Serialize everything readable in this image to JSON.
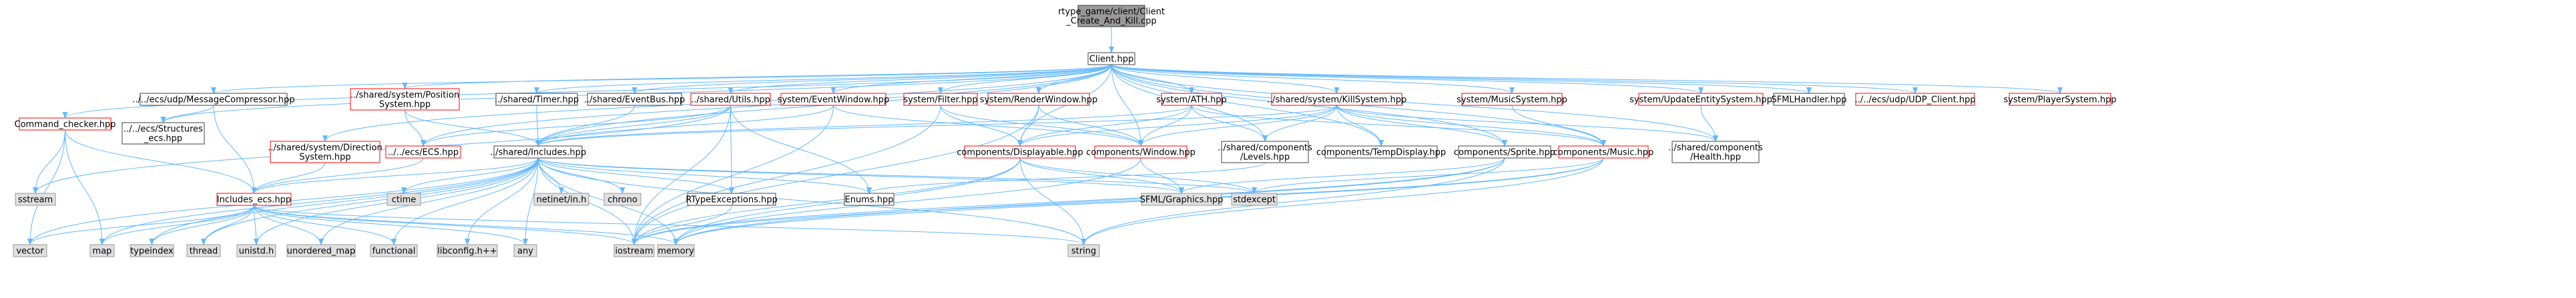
{
  "colors": {
    "edge": "#63b8ff",
    "node_border_plain": "#404040",
    "node_border_red": "#ff0000",
    "node_fill": "#ffffff",
    "node_fill_root": "#999999",
    "node_fill_external": "#e0e0e0",
    "node_border_external": "#999999"
  },
  "nodes": {
    "root": {
      "lines": [
        "rtype_game/client/Client",
        "_Create_And_Kill.cpp"
      ],
      "style": "root"
    },
    "client": {
      "lines": [
        "Client.hpp"
      ],
      "style": "plain"
    },
    "cmd": {
      "lines": [
        "Command_checker.hpp"
      ],
      "style": "red"
    },
    "ecs_struct": {
      "lines": [
        "../../ecs/Structures",
        "_ecs.hpp"
      ],
      "style": "plain"
    },
    "msgcomp": {
      "lines": [
        "../../ecs/udp/MessageCompressor.hpp"
      ],
      "style": "plain"
    },
    "pos": {
      "lines": [
        "../shared/system/Position",
        "System.hpp"
      ],
      "style": "red"
    },
    "dir": {
      "lines": [
        "../shared/system/Direction",
        "System.hpp"
      ],
      "style": "red"
    },
    "timer": {
      "lines": [
        "../shared/Timer.hpp"
      ],
      "style": "plain"
    },
    "evbus": {
      "lines": [
        "../shared/EventBus.hpp"
      ],
      "style": "plain"
    },
    "utils": {
      "lines": [
        "../shared/Utils.hpp"
      ],
      "style": "red"
    },
    "ecs": {
      "lines": [
        "../../ecs/ECS.hpp"
      ],
      "style": "red"
    },
    "includes": {
      "lines": [
        "../shared/Includes.hpp"
      ],
      "style": "plain"
    },
    "evwin": {
      "lines": [
        "system/EventWindow.hpp"
      ],
      "style": "red"
    },
    "filter": {
      "lines": [
        "system/Filter.hpp"
      ],
      "style": "red"
    },
    "renderwin": {
      "lines": [
        "system/RenderWindow.hpp"
      ],
      "style": "red"
    },
    "ath": {
      "lines": [
        "system/ATH.hpp"
      ],
      "style": "red"
    },
    "kill": {
      "lines": [
        "../shared/system/KillSystem.hpp"
      ],
      "style": "red"
    },
    "musicsys": {
      "lines": [
        "system/MusicSystem.hpp"
      ],
      "style": "red"
    },
    "updent": {
      "lines": [
        "system/UpdateEntitySystem.hpp"
      ],
      "style": "red"
    },
    "sfmlh": {
      "lines": [
        "SFMLHandler.hpp"
      ],
      "style": "plain"
    },
    "udp": {
      "lines": [
        "../../ecs/udp/UDP_Client.hpp"
      ],
      "style": "red"
    },
    "player": {
      "lines": [
        "system/PlayerSystem.hpp"
      ],
      "style": "red"
    },
    "disp": {
      "lines": [
        "components/Displayable.hpp"
      ],
      "style": "red"
    },
    "window": {
      "lines": [
        "components/Window.hpp"
      ],
      "style": "red"
    },
    "levels": {
      "lines": [
        "../shared/components",
        "/Levels.hpp"
      ],
      "style": "plain"
    },
    "tempd": {
      "lines": [
        "components/TempDisplay.hpp"
      ],
      "style": "plain"
    },
    "sprite": {
      "lines": [
        "components/Sprite.hpp"
      ],
      "style": "plain"
    },
    "music": {
      "lines": [
        "components/Music.hpp"
      ],
      "style": "red"
    },
    "health": {
      "lines": [
        "../shared/components",
        "/Health.hpp"
      ],
      "style": "plain"
    },
    "inc_ecs": {
      "lines": [
        "Includes_ecs.hpp"
      ],
      "style": "red"
    },
    "sstream": {
      "lines": [
        "sstream"
      ],
      "style": "external"
    },
    "ctime": {
      "lines": [
        "ctime"
      ],
      "style": "external"
    },
    "netinet": {
      "lines": [
        "netinet/in.h"
      ],
      "style": "external"
    },
    "chrono": {
      "lines": [
        "chrono"
      ],
      "style": "external"
    },
    "rtypeexc": {
      "lines": [
        "RTypeExceptions.hpp"
      ],
      "style": "plain"
    },
    "enums": {
      "lines": [
        "Enums.hpp"
      ],
      "style": "plain"
    },
    "sfmlgfx": {
      "lines": [
        "SFML/Graphics.hpp"
      ],
      "style": "external"
    },
    "stdexcept": {
      "lines": [
        "stdexcept"
      ],
      "style": "external"
    },
    "vector": {
      "lines": [
        "vector"
      ],
      "style": "external"
    },
    "map": {
      "lines": [
        "map"
      ],
      "style": "external"
    },
    "typeindex": {
      "lines": [
        "typeindex"
      ],
      "style": "external"
    },
    "thread": {
      "lines": [
        "thread"
      ],
      "style": "external"
    },
    "unistd": {
      "lines": [
        "unistd.h"
      ],
      "style": "external"
    },
    "umap": {
      "lines": [
        "unordered_map"
      ],
      "style": "external"
    },
    "functional": {
      "lines": [
        "functional"
      ],
      "style": "external"
    },
    "libconfig": {
      "lines": [
        "libconfig.h++"
      ],
      "style": "external"
    },
    "any": {
      "lines": [
        "any"
      ],
      "style": "external"
    },
    "iostream": {
      "lines": [
        "iostream"
      ],
      "style": "external"
    },
    "memory": {
      "lines": [
        "memory"
      ],
      "style": "external"
    },
    "string": {
      "lines": [
        "string"
      ],
      "style": "external"
    }
  },
  "edges": [
    [
      "root",
      "client"
    ],
    [
      "client",
      "cmd"
    ],
    [
      "client",
      "ecs_struct"
    ],
    [
      "client",
      "msgcomp"
    ],
    [
      "client",
      "pos"
    ],
    [
      "client",
      "dir"
    ],
    [
      "client",
      "timer"
    ],
    [
      "client",
      "evbus"
    ],
    [
      "client",
      "utils"
    ],
    [
      "client",
      "ecs"
    ],
    [
      "client",
      "includes"
    ],
    [
      "client",
      "evwin"
    ],
    [
      "client",
      "filter"
    ],
    [
      "client",
      "renderwin"
    ],
    [
      "client",
      "ath"
    ],
    [
      "client",
      "kill"
    ],
    [
      "client",
      "musicsys"
    ],
    [
      "client",
      "updent"
    ],
    [
      "client",
      "sfmlh"
    ],
    [
      "client",
      "udp"
    ],
    [
      "client",
      "player"
    ],
    [
      "client",
      "disp"
    ],
    [
      "client",
      "window"
    ],
    [
      "client",
      "levels"
    ],
    [
      "client",
      "tempd"
    ],
    [
      "client",
      "sprite"
    ],
    [
      "client",
      "music"
    ],
    [
      "client",
      "health"
    ],
    [
      "cmd",
      "inc_ecs"
    ],
    [
      "cmd",
      "vector"
    ],
    [
      "cmd",
      "map"
    ],
    [
      "cmd",
      "sstream"
    ],
    [
      "msgcomp",
      "ecs_struct"
    ],
    [
      "msgcomp",
      "inc_ecs"
    ],
    [
      "pos",
      "ecs"
    ],
    [
      "pos",
      "includes"
    ],
    [
      "dir",
      "inc_ecs"
    ],
    [
      "timer",
      "includes"
    ],
    [
      "evbus",
      "includes"
    ],
    [
      "utils",
      "includes"
    ],
    [
      "utils",
      "ecs"
    ],
    [
      "utils",
      "rtypeexc"
    ],
    [
      "utils",
      "enums"
    ],
    [
      "utils",
      "iostream"
    ],
    [
      "utils",
      "sstream"
    ],
    [
      "ecs",
      "inc_ecs"
    ],
    [
      "includes",
      "inc_ecs"
    ],
    [
      "includes",
      "ctime"
    ],
    [
      "includes",
      "netinet"
    ],
    [
      "includes",
      "chrono"
    ],
    [
      "includes",
      "rtypeexc"
    ],
    [
      "includes",
      "enums"
    ],
    [
      "includes",
      "vector"
    ],
    [
      "includes",
      "map"
    ],
    [
      "includes",
      "typeindex"
    ],
    [
      "includes",
      "thread"
    ],
    [
      "includes",
      "unistd"
    ],
    [
      "includes",
      "umap"
    ],
    [
      "includes",
      "functional"
    ],
    [
      "includes",
      "libconfig"
    ],
    [
      "includes",
      "any"
    ],
    [
      "includes",
      "iostream"
    ],
    [
      "includes",
      "memory"
    ],
    [
      "includes",
      "string"
    ],
    [
      "includes",
      "stdexcept"
    ],
    [
      "includes",
      "sfmlgfx"
    ],
    [
      "evwin",
      "window"
    ],
    [
      "evwin",
      "iostream"
    ],
    [
      "evwin",
      "includes"
    ],
    [
      "filter",
      "disp"
    ],
    [
      "filter",
      "window"
    ],
    [
      "filter",
      "iostream"
    ],
    [
      "renderwin",
      "disp"
    ],
    [
      "renderwin",
      "window"
    ],
    [
      "renderwin",
      "iostream"
    ],
    [
      "ath",
      "disp"
    ],
    [
      "ath",
      "window"
    ],
    [
      "ath",
      "includes"
    ],
    [
      "ath",
      "levels"
    ],
    [
      "ath",
      "music"
    ],
    [
      "kill",
      "disp"
    ],
    [
      "kill",
      "window"
    ],
    [
      "kill",
      "levels"
    ],
    [
      "kill",
      "tempd"
    ],
    [
      "kill",
      "sprite"
    ],
    [
      "kill",
      "music"
    ],
    [
      "kill",
      "health"
    ],
    [
      "kill",
      "includes"
    ],
    [
      "musicsys",
      "music"
    ],
    [
      "updent",
      "health"
    ],
    [
      "disp",
      "sfmlgfx"
    ],
    [
      "disp",
      "stdexcept"
    ],
    [
      "disp",
      "iostream"
    ],
    [
      "disp",
      "string"
    ],
    [
      "disp",
      "memory"
    ],
    [
      "window",
      "sfmlgfx"
    ],
    [
      "window",
      "memory"
    ],
    [
      "levels",
      "enums"
    ],
    [
      "sprite",
      "sfmlgfx"
    ],
    [
      "sprite",
      "iostream"
    ],
    [
      "sprite",
      "string"
    ],
    [
      "sprite",
      "memory"
    ],
    [
      "music",
      "iostream"
    ],
    [
      "music",
      "string"
    ],
    [
      "music",
      "stdexcept"
    ],
    [
      "music",
      "memory"
    ],
    [
      "inc_ecs",
      "vector"
    ],
    [
      "inc_ecs",
      "map"
    ],
    [
      "inc_ecs",
      "typeindex"
    ],
    [
      "inc_ecs",
      "thread"
    ],
    [
      "inc_ecs",
      "unistd"
    ],
    [
      "inc_ecs",
      "umap"
    ],
    [
      "inc_ecs",
      "functional"
    ],
    [
      "inc_ecs",
      "iostream"
    ],
    [
      "inc_ecs",
      "memory"
    ],
    [
      "inc_ecs",
      "any"
    ],
    [
      "inc_ecs",
      "string"
    ],
    [
      "rtypeexc",
      "iostream"
    ]
  ]
}
